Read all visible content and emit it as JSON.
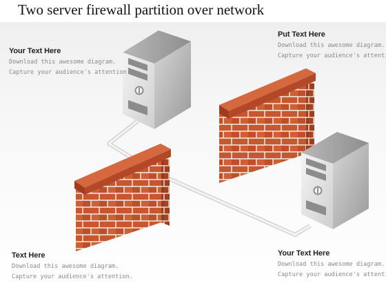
{
  "title": "Two server firewall partition over network",
  "notes": {
    "top_left": {
      "heading": "Your Text Here",
      "line1": "Download this awesome diagram.",
      "line2": "Capture your audience's attention."
    },
    "top_right": {
      "heading": "Put Text Here",
      "line1": "Download this awesome diagram.",
      "line2": "Capture your audience's attention."
    },
    "bottom_left": {
      "heading": "Text Here",
      "line1": "Download this awesome diagram.",
      "line2": "Capture your audience's attention."
    },
    "bottom_right": {
      "heading": "Your Text Here",
      "line1": "Download this awesome diagram.",
      "line2": "Capture your audience's attention."
    }
  },
  "colors": {
    "brick": "#c9542c",
    "mortar": "#f2e6dc",
    "server_light": "#e9e9e9",
    "server_dark": "#a9a9a9",
    "cable": "#dcdcdc"
  }
}
